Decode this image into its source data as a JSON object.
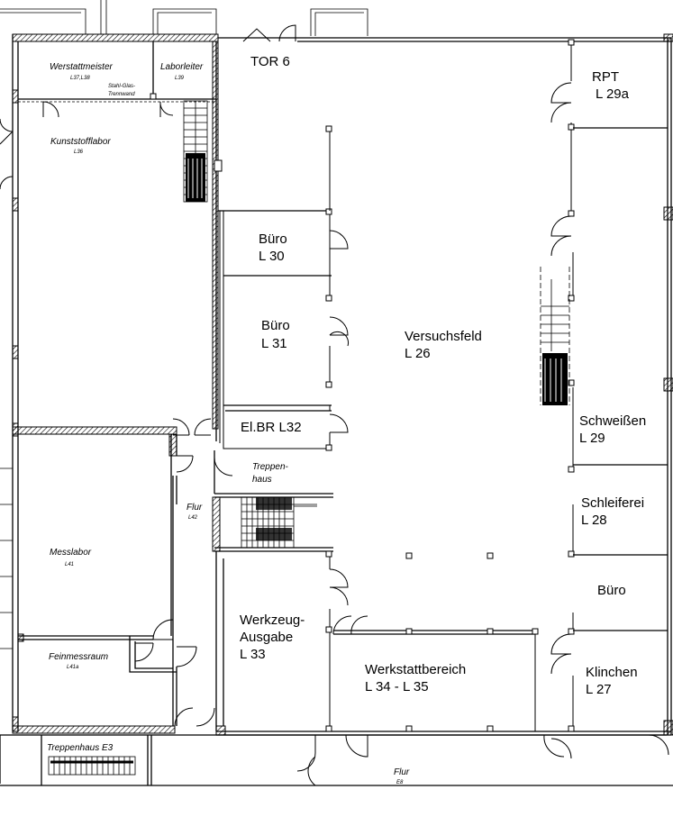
{
  "rooms": {
    "tor6": "TOR 6",
    "rpt_name": "RPT",
    "rpt_num": "L 29a",
    "buero30_name": "Büro",
    "buero30_num": "L 30",
    "buero31_name": "Büro",
    "buero31_num": "L 31",
    "elbr": "El.BR L32",
    "versuchsfeld_name": "Versuchsfeld",
    "versuchsfeld_num": "L 26",
    "schweissen_name": "Schweißen",
    "schweissen_num": "L 29",
    "schleiferei_name": "Schleiferei",
    "schleiferei_num": "L 28",
    "buero_right": "Büro",
    "werkzeug_line1": "Werkzeug-",
    "werkzeug_line2": "Ausgabe",
    "werkzeug_num": "L 33",
    "werkstatt_name": "Werkstattbereich",
    "werkstatt_num": "L 34 - L 35",
    "klinchen_name": "Klinchen",
    "klinchen_num": "L 27"
  },
  "small_labels": {
    "werkstattmeister": "Werstattmeister",
    "werkstattmeister_num": "L37,L38",
    "laborleiter": "Laborleiter",
    "laborleiter_num": "L39",
    "stahl_line1": "Stahl-Glas-",
    "stahl_line2": "Trennwand",
    "kunststofflabor": "Kunststofflabor",
    "kunststofflabor_num": "L36",
    "treppenhaus_line1": "Treppen-",
    "treppenhaus_line2": "haus",
    "flur_mid": "Flur",
    "flur_mid_num": "L42",
    "messlabor": "Messlabor",
    "messlabor_num": "L41",
    "feinmessraum": "Feinmessraum",
    "feinmessraum_num": "L41a",
    "treppenhaus_e3": "Treppenhaus E3",
    "flur_bottom": "Flur",
    "flur_bottom_num": "E8"
  }
}
